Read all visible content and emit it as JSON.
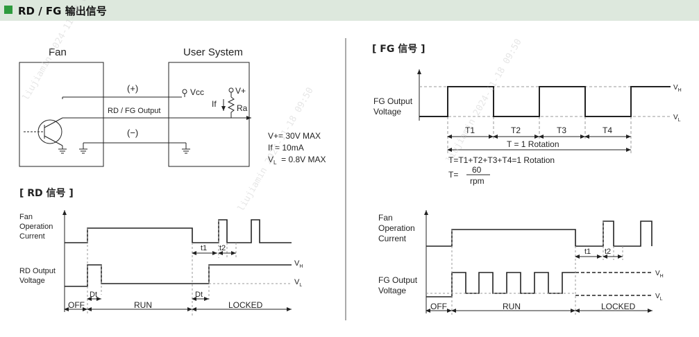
{
  "header": {
    "title": "RD / FG 输出信号"
  },
  "circuit": {
    "fan_label": "Fan",
    "user_system_label": "User System",
    "plus_label": "(+)",
    "minus_label": "(−)",
    "output_label": "RD / FG Output",
    "vcc_label": "Vcc",
    "vplus_label": "V+",
    "if_label": "If",
    "ra_label": "Ra",
    "spec1": "V+= 30V MAX",
    "spec2": "If   = 10mA",
    "spec3_main": "V",
    "spec3_sub": "L",
    "spec3_rest": "  = 0.8V MAX"
  },
  "rd_section": {
    "title": "[ RD 信号 ]",
    "fan_current_l1": "Fan",
    "fan_current_l2": "Operation",
    "fan_current_l3": "Current",
    "out_l1": "RD Output",
    "out_l2": "Voltage",
    "t1": "t1",
    "t2": "t2",
    "dt1": "Dt",
    "dt2": "Dt",
    "vh": "V",
    "vh_sub": "H",
    "vl": "V",
    "vl_sub": "L",
    "off": "OFF",
    "run": "RUN",
    "locked": "LOCKED"
  },
  "fg_section": {
    "title": "[ FG 信号 ]",
    "out_l1": "FG Output",
    "out_l2": "Voltage",
    "vh": "V",
    "vh_sub": "H",
    "vl": "V",
    "vl_sub": "L",
    "periods": [
      "T1",
      "T2",
      "T3",
      "T4"
    ],
    "rotation": "T = 1 Rotation",
    "formula": "T=T1+T2+T3+T4=1 Rotation",
    "frac_lhs": "T=",
    "frac_num": "60",
    "frac_den": "rpm"
  },
  "fg_timing": {
    "fan_current_l1": "Fan",
    "fan_current_l2": "Operation",
    "fan_current_l3": "Current",
    "out_l1": "FG Output",
    "out_l2": "Voltage",
    "t1": "t1",
    "t2": "t2",
    "vh": "V",
    "vh_sub": "H",
    "vl": "V",
    "vl_sub": "L",
    "off": "OFF",
    "run": "RUN",
    "locked": "LOCKED"
  },
  "watermark": [
    "liujiamin  2024-11-18  09:50"
  ]
}
